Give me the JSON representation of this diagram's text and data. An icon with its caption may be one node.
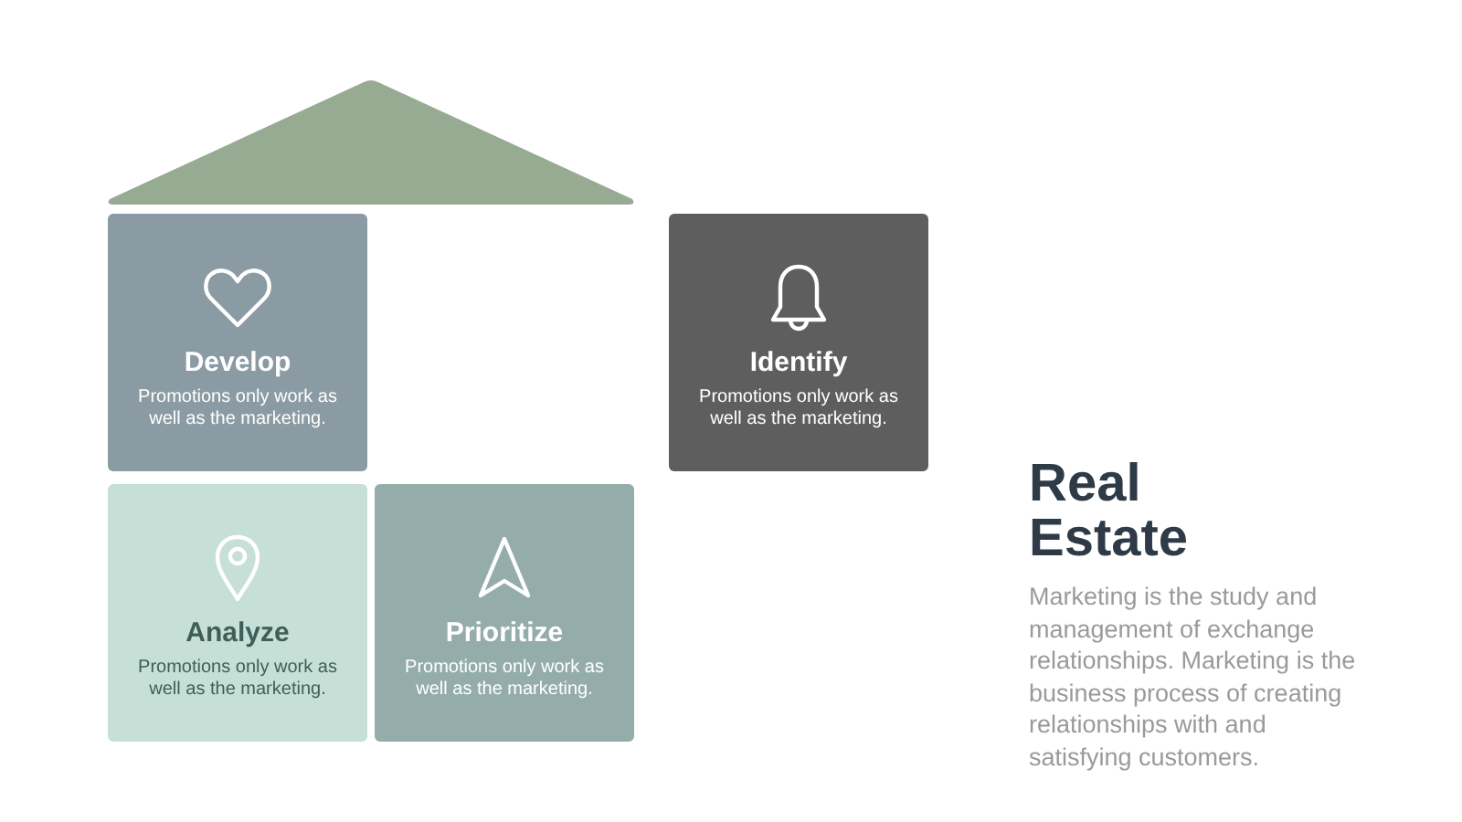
{
  "diagram": {
    "title": "Real Estate",
    "nodes": [
      {
        "text": [],
        "shape": "triangle"
      },
      {
        "text": [
          "Develop",
          "Promotions only work as well as the marketing."
        ]
      },
      {
        "text": [
          "Identify",
          "Promotions only work as well as the marketing."
        ]
      },
      {
        "text": [
          "Analyze",
          "Promotions only work as well as the marketing."
        ]
      },
      {
        "text": [
          "Prioritize",
          "Promotions only work as well as the marketing."
        ]
      }
    ],
    "labels": [
      "Marketing is the study and management of exchange relationships. Marketing is the business process of creating relationships with and satisfying customers."
    ]
  }
}
